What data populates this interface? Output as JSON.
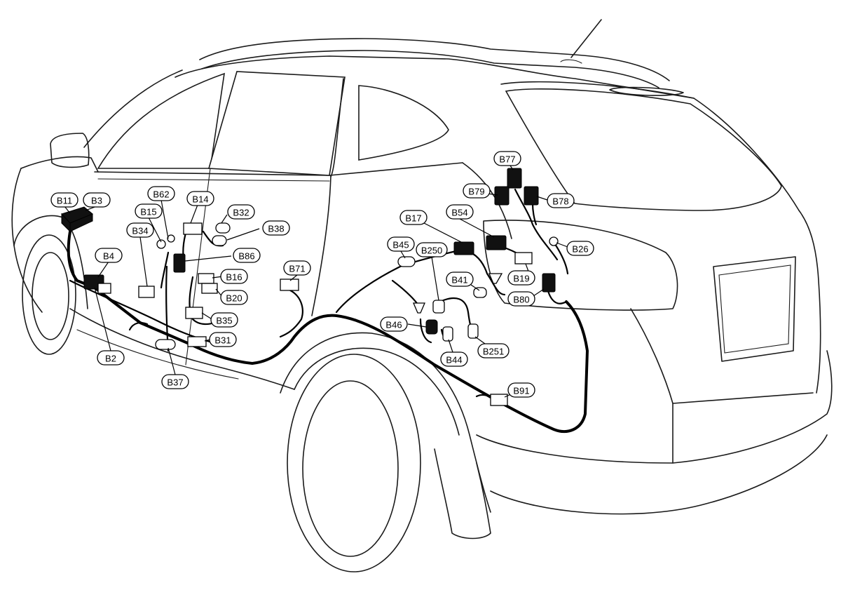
{
  "connectors": [
    {
      "id": "b11",
      "label": "B11"
    },
    {
      "id": "b3",
      "label": "B3"
    },
    {
      "id": "b4",
      "label": "B4"
    },
    {
      "id": "b2",
      "label": "B2"
    },
    {
      "id": "b62",
      "label": "B62"
    },
    {
      "id": "b15",
      "label": "B15"
    },
    {
      "id": "b34",
      "label": "B34"
    },
    {
      "id": "b14",
      "label": "B14"
    },
    {
      "id": "b32",
      "label": "B32"
    },
    {
      "id": "b38",
      "label": "B38"
    },
    {
      "id": "b86",
      "label": "B86"
    },
    {
      "id": "b16",
      "label": "B16"
    },
    {
      "id": "b20",
      "label": "B20"
    },
    {
      "id": "b35",
      "label": "B35"
    },
    {
      "id": "b31",
      "label": "B31"
    },
    {
      "id": "b37",
      "label": "B37"
    },
    {
      "id": "b71",
      "label": "B71"
    },
    {
      "id": "b17",
      "label": "B17"
    },
    {
      "id": "b54",
      "label": "B54"
    },
    {
      "id": "b45",
      "label": "B45"
    },
    {
      "id": "b250",
      "label": "B250"
    },
    {
      "id": "b41",
      "label": "B41"
    },
    {
      "id": "b46",
      "label": "B46"
    },
    {
      "id": "b44",
      "label": "B44"
    },
    {
      "id": "b251",
      "label": "B251"
    },
    {
      "id": "b91",
      "label": "B91"
    },
    {
      "id": "b77",
      "label": "B77"
    },
    {
      "id": "b79",
      "label": "B79"
    },
    {
      "id": "b78",
      "label": "B78"
    },
    {
      "id": "b26",
      "label": "B26"
    },
    {
      "id": "b19",
      "label": "B19"
    },
    {
      "id": "b80",
      "label": "B80"
    }
  ]
}
